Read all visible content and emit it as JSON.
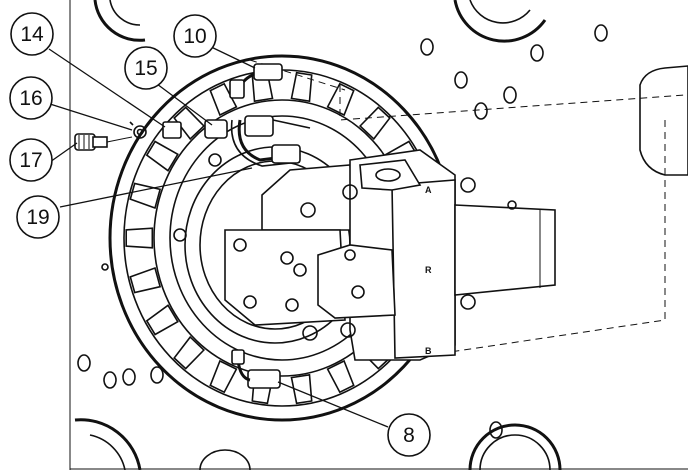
{
  "callouts": [
    {
      "label": "14"
    },
    {
      "label": "10"
    },
    {
      "label": "15"
    },
    {
      "label": "16"
    },
    {
      "label": "17"
    },
    {
      "label": "19"
    },
    {
      "label": "8"
    }
  ],
  "port_labels": {
    "a": "A",
    "r": "R",
    "b": "B"
  }
}
